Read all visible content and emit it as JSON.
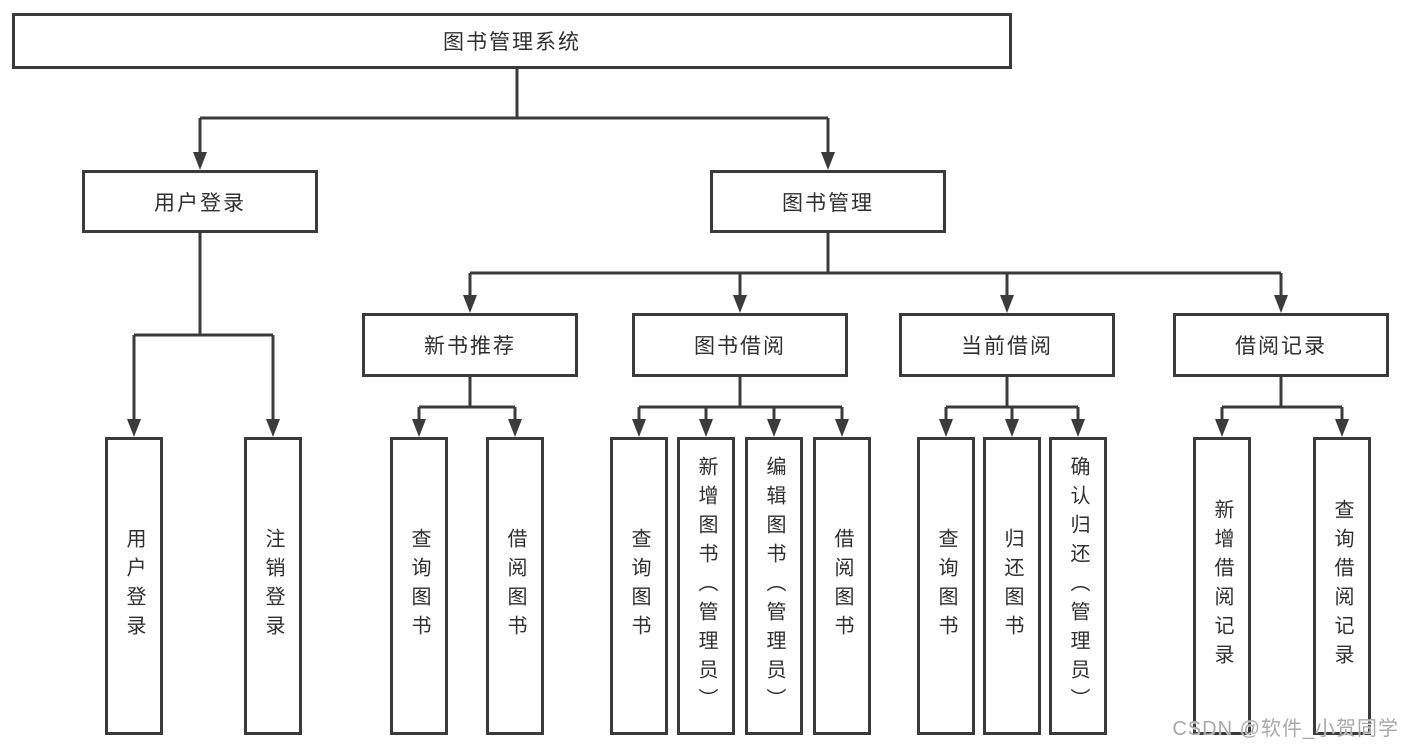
{
  "diagram": {
    "root": {
      "label": "图书管理系统"
    },
    "level1": [
      {
        "label": "用户登录"
      },
      {
        "label": "图书管理"
      }
    ],
    "level2": [
      {
        "label": "新书推荐"
      },
      {
        "label": "图书借阅"
      },
      {
        "label": "当前借阅"
      },
      {
        "label": "借阅记录"
      }
    ],
    "leaves": {
      "user_login": [
        {
          "label": "用户登录"
        },
        {
          "label": "注销登录"
        }
      ],
      "new_books": [
        {
          "label": "查询图书"
        },
        {
          "label": "借阅图书"
        }
      ],
      "book_borrow": [
        {
          "label": "查询图书"
        },
        {
          "label": "新增图书（管理员）"
        },
        {
          "label": "编辑图书（管理员）"
        },
        {
          "label": "借阅图书"
        }
      ],
      "current_borrow": [
        {
          "label": "查询图书"
        },
        {
          "label": "归还图书"
        },
        {
          "label": "确认归还（管理员）"
        }
      ],
      "borrow_records": [
        {
          "label": "新增借阅记录"
        },
        {
          "label": "查询借阅记录"
        }
      ]
    },
    "watermark": "CSDN @软件_小贺同学",
    "colors": {
      "line": "#3b3b3b",
      "text": "#2f2f2f",
      "watermark": "#a9a9a9",
      "background": "#ffffff"
    }
  }
}
